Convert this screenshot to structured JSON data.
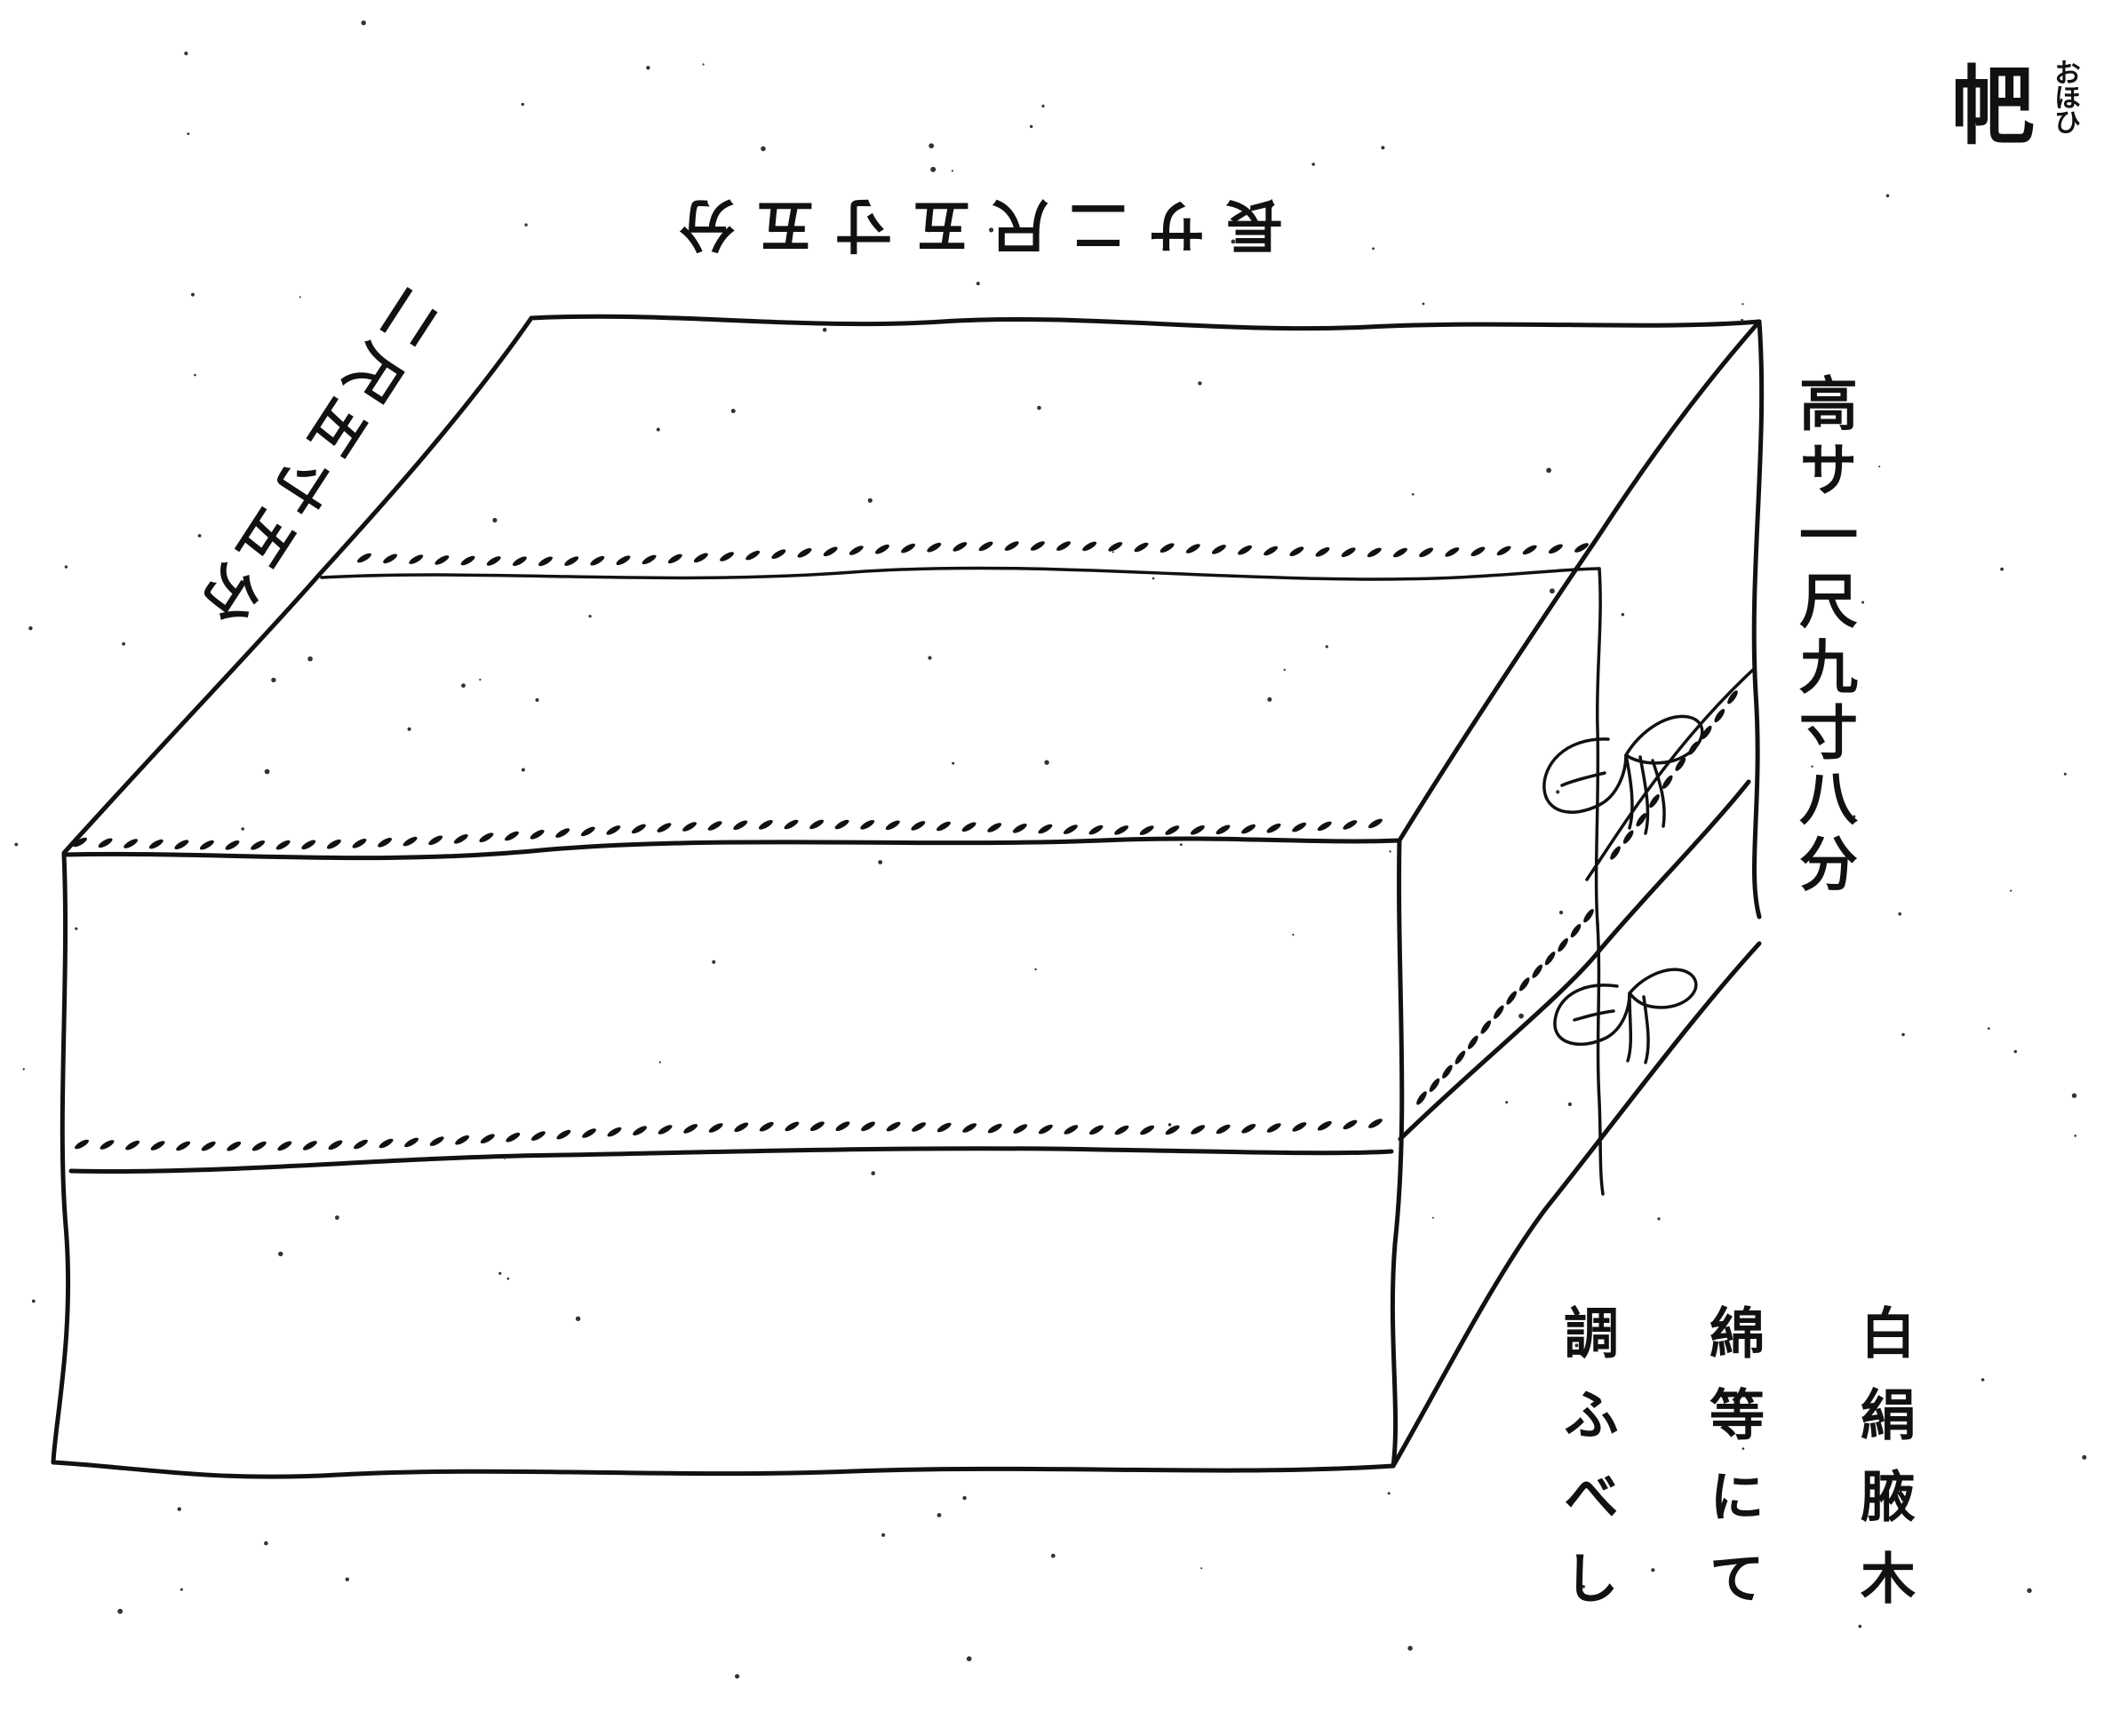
{
  "figure": {
    "title": "帊",
    "title_reading": "おほひ",
    "dimensions": {
      "length_label": "長サ二尺五寸五分",
      "depth_label": "二尺五寸五分",
      "height_label": "高サ一尺九寸八分"
    },
    "note": {
      "lines": [
        "白絹腋木",
        "綿等にて",
        "調ふべし"
      ]
    },
    "ink_color": "#111111",
    "paper_color": "#ffffff",
    "object": "wrapped-box-with-cord-ties"
  }
}
